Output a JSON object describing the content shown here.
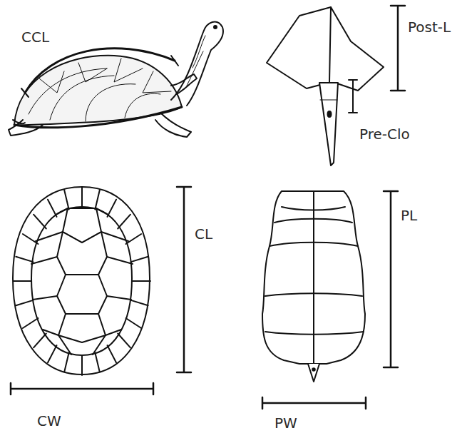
{
  "diagram": {
    "labels": [
      "CCL",
      "Post-L",
      "Pre-Clo",
      "CL",
      "PL",
      "CW",
      "PW"
    ]
  }
}
